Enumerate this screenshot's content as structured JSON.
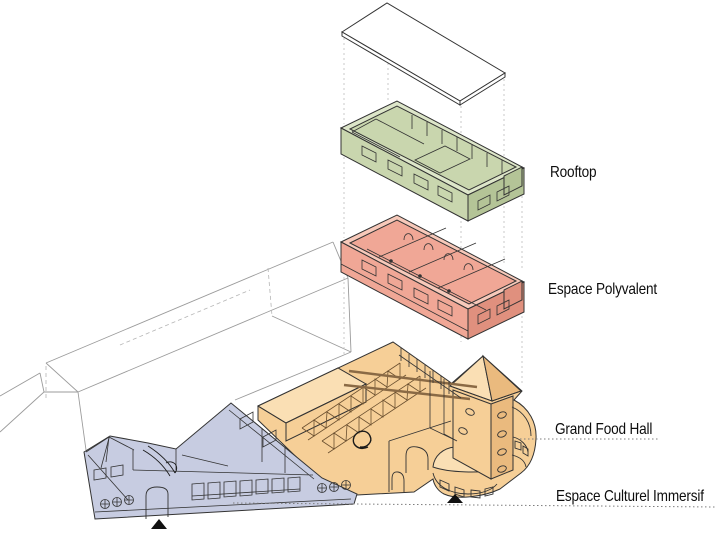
{
  "diagram": {
    "type": "exploded-axonometric-architecture",
    "levels": [
      {
        "id": "roof-slab",
        "label": "",
        "fill": "#ffffff"
      },
      {
        "id": "rooftop",
        "label": "Rooftop",
        "light": "#dde6c9",
        "base": "#c9d6ae",
        "dark": "#b4c497"
      },
      {
        "id": "espace-polyvalent",
        "label": "Espace Polyvalent",
        "light": "#f7c9ba",
        "base": "#f0a796",
        "dark": "#e0907e"
      },
      {
        "id": "grand-food-hall",
        "label": "Grand Food Hall",
        "light": "#fadfb4",
        "base": "#f6cf97",
        "dark": "#eaba7e"
      },
      {
        "id": "espace-culturel-immersif",
        "label": "Espace Culturel Immersif",
        "light": "#d7dbec",
        "base": "#c7cce1",
        "dark": "#b3bad6"
      }
    ],
    "strokes": {
      "main": "#333333",
      "context": "#9b9b9b",
      "context_hidden": "#b5b5b5",
      "projection": "#c4c4c4",
      "leader": "#7d7d7d",
      "truss": "#6a4f2f",
      "beam": "#8a6a45",
      "detail": "#1a1a1a",
      "marker": "#111111"
    }
  }
}
